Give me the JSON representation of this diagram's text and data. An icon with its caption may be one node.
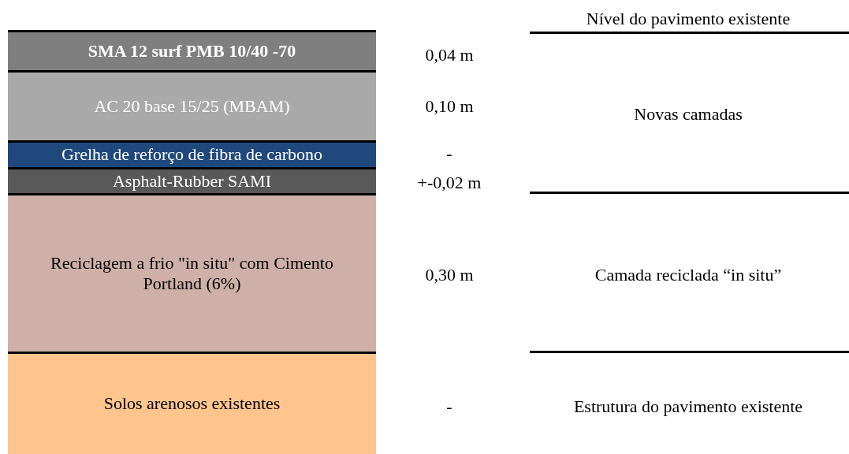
{
  "diagram": {
    "nodes": [
      {
        "text": [
          "SMA 12 surf PMB 10/40 -70"
        ]
      },
      {
        "text": [
          "AC 20 base 15/25 (MBAM)"
        ]
      },
      {
        "text": [
          "Grelha de reforço de fibra de carbono"
        ]
      },
      {
        "text": [
          "Asphalt-Rubber SAMI"
        ]
      },
      {
        "text": [
          "Reciclagem a frio \"in situ\" com Cimento Portland (6%)"
        ]
      },
      {
        "text": [
          "Solos arenosos existentes"
        ]
      }
    ],
    "labels": [
      "Nível do pavimento existente",
      "0,04 m",
      "0,10 m",
      "Novas camadas",
      "-",
      "+-0,02 m",
      "0,30 m",
      "Camada reciclada “in situ”",
      "-",
      "Estrutura do pavimento existente"
    ]
  }
}
